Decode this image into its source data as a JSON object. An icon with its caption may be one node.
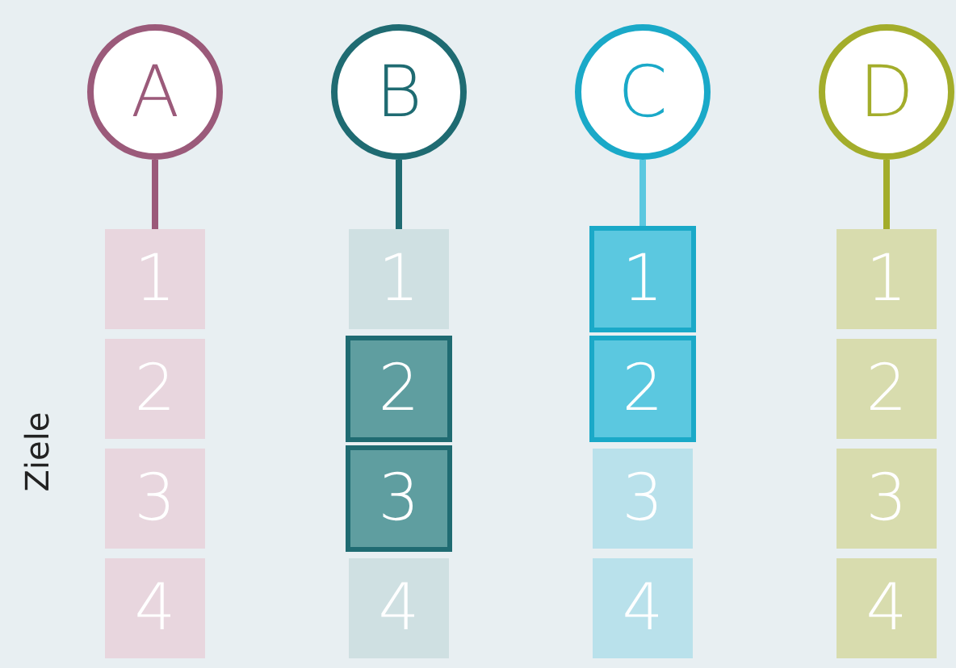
{
  "diagram": {
    "nodes": [
      {
        "text": [
          "A"
        ]
      },
      {
        "text": [
          "1"
        ]
      },
      {
        "text": [
          "2"
        ]
      },
      {
        "text": [
          "3"
        ]
      },
      {
        "text": [
          "4"
        ]
      },
      {
        "text": [
          "B"
        ]
      },
      {
        "text": [
          "1"
        ]
      },
      {
        "text": [
          "2"
        ]
      },
      {
        "text": [
          "3"
        ]
      },
      {
        "text": [
          "4"
        ]
      },
      {
        "text": [
          "C"
        ]
      },
      {
        "text": [
          "1"
        ]
      },
      {
        "text": [
          "2"
        ]
      },
      {
        "text": [
          "3"
        ]
      },
      {
        "text": [
          "4"
        ]
      },
      {
        "text": [
          "D"
        ]
      },
      {
        "text": [
          "1"
        ]
      },
      {
        "text": [
          "2"
        ]
      },
      {
        "text": [
          "3"
        ]
      },
      {
        "text": [
          "4"
        ]
      }
    ],
    "edges": [
      {
        "from": 0,
        "to": 1,
        "arrow": "none",
        "color": "#9b5a7a"
      },
      {
        "from": 5,
        "to": 6,
        "arrow": "none",
        "color": "#1f6b72"
      },
      {
        "from": 10,
        "to": 11,
        "arrow": "none",
        "color": "#5bc8e0"
      },
      {
        "from": 15,
        "to": 16,
        "arrow": "none",
        "color": "#a3ad2b"
      }
    ],
    "labels": [
      "Ziele"
    ]
  }
}
